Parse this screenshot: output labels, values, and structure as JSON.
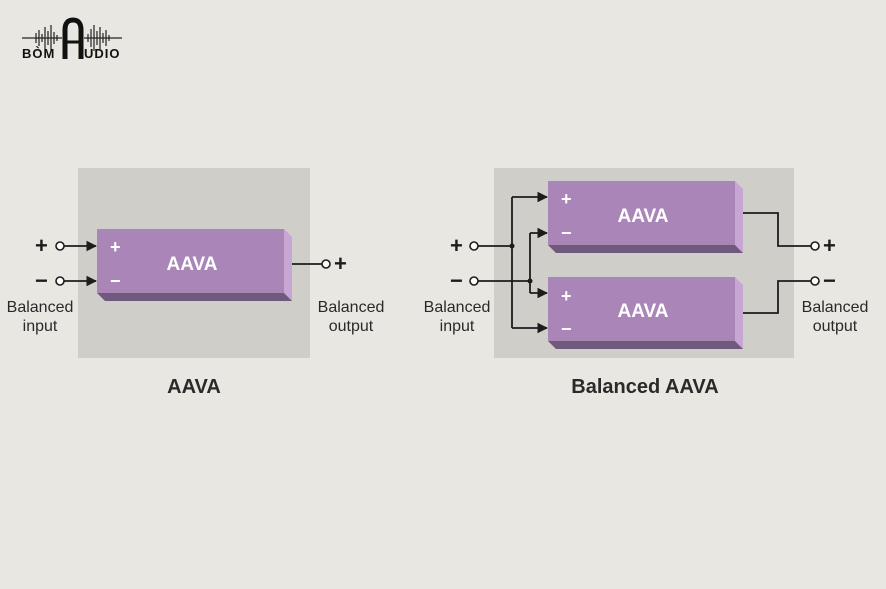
{
  "logo": {
    "text_left": "BÒM",
    "text_right": "UDIO",
    "monogram": "A"
  },
  "diagrams": {
    "aava": {
      "block_label": "AAVA",
      "in_plus": "+",
      "in_minus": "−",
      "block_plus": "+",
      "block_minus": "−",
      "out_plus": "+",
      "input_label": [
        "Balanced",
        "input"
      ],
      "output_label": [
        "Balanced",
        "output"
      ],
      "caption": "AAVA"
    },
    "balanced_aava": {
      "block_top_label": "AAVA",
      "block_bottom_label": "AAVA",
      "in_plus": "+",
      "in_minus": "−",
      "top_plus": "+",
      "top_minus": "−",
      "bottom_plus": "+",
      "bottom_minus": "−",
      "out_plus": "+",
      "out_minus": "−",
      "input_label": [
        "Balanced",
        "input"
      ],
      "output_label": [
        "Balanced",
        "output"
      ],
      "caption": "Balanced AAVA"
    }
  },
  "colors": {
    "background": "#e8e7e1",
    "panel": "#cfcec9",
    "block_face": "#a985b8",
    "block_side": "#c7a6d4",
    "block_bottom": "#6f5a7e",
    "ink": "#1c1c1c"
  }
}
